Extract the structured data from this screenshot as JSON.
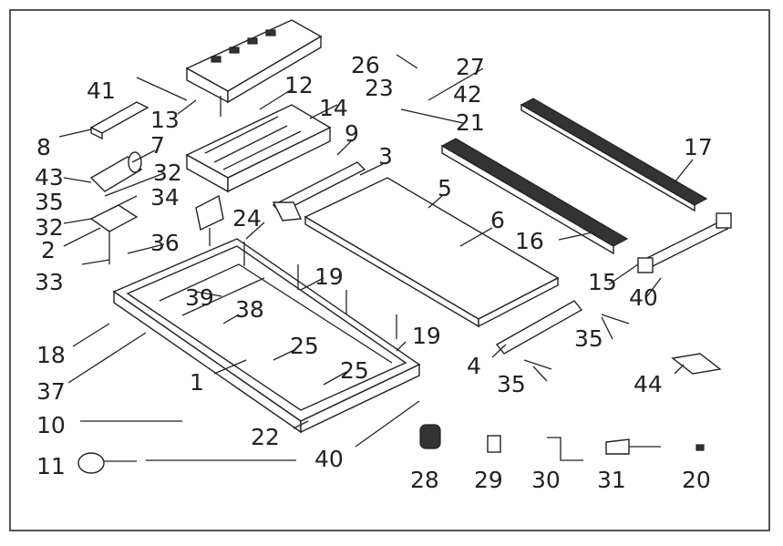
{
  "diagram": {
    "labels": [
      "41",
      "13",
      "12",
      "14",
      "26",
      "23",
      "27",
      "42",
      "21",
      "17",
      "8",
      "7",
      "43",
      "32",
      "35",
      "34",
      "32",
      "2",
      "33",
      "36",
      "9",
      "3",
      "24",
      "5",
      "6",
      "16",
      "15",
      "40",
      "19",
      "39",
      "38",
      "18",
      "37",
      "1",
      "25",
      "25",
      "19",
      "4",
      "35",
      "35",
      "44",
      "10",
      "11",
      "22",
      "40",
      "28",
      "29",
      "30",
      "31",
      "20"
    ]
  },
  "colors": {
    "line": "#222222",
    "frame": "#555555",
    "background": "#ffffff"
  }
}
